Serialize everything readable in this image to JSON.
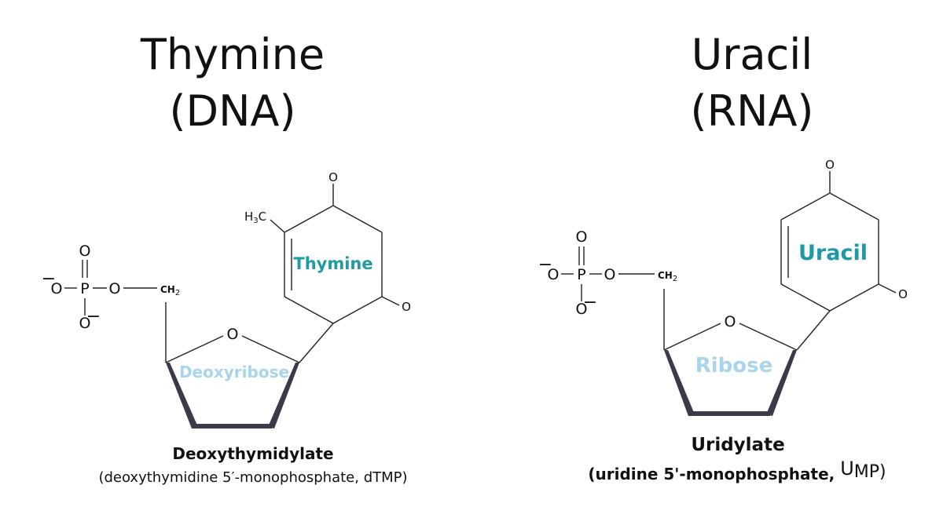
{
  "left": {
    "title_line1": "Thymine",
    "title_line2": "(DNA)",
    "base_label": "Thymine",
    "sugar_label": "Deoxyribose",
    "caption_bold": "Deoxythymidylate",
    "caption_sub": "(deoxythymidine 5′-monophosphate, dTMP)",
    "methyl": "H",
    "methyl_sub": "3",
    "methyl_tail": "C"
  },
  "right": {
    "title_line1": "Uracil",
    "title_line2": "(RNA)",
    "base_label": "Uracil",
    "sugar_label": "Ribose",
    "caption_bold": "Uridylate",
    "caption_sub_main": "(uridine 5'-monophosphate, ",
    "caption_sub_u": "U",
    "caption_sub_end": "MP)"
  },
  "atoms": {
    "oxygen": "O",
    "phosphorus": "P",
    "ch2": "CH",
    "ch2_sub": "2",
    "minus": "−"
  },
  "colors": {
    "base_label": "#1e9aa6",
    "sugar_label": "#a8d4ee",
    "wedge": "#3a3a48"
  }
}
